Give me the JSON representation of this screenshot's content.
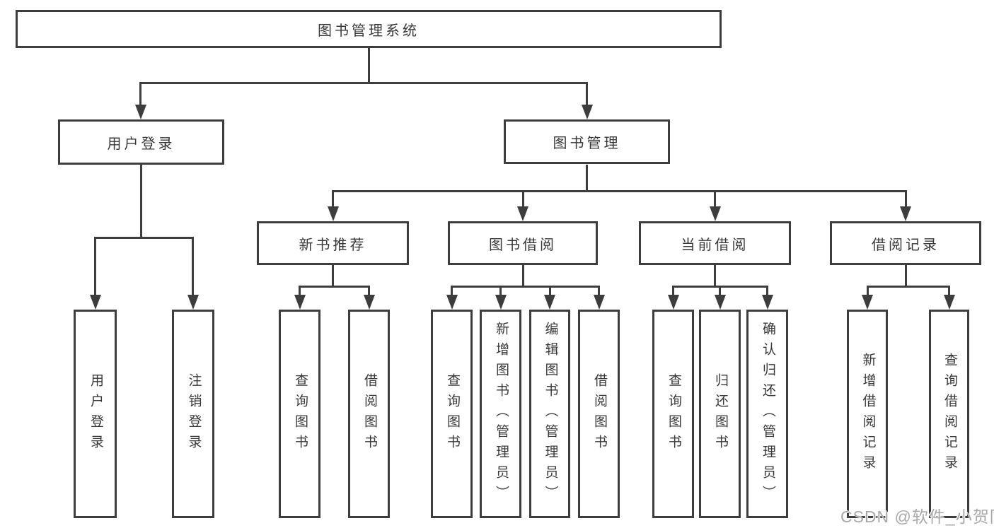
{
  "tree": {
    "label": "图书管理系统",
    "children": [
      {
        "label": "用户登录",
        "children": [
          {
            "label": "用户登录"
          },
          {
            "label": "注销登录"
          }
        ]
      },
      {
        "label": "图书管理",
        "children": [
          {
            "label": "新书推荐",
            "children": [
              {
                "label": "查询图书"
              },
              {
                "label": "借阅图书"
              }
            ]
          },
          {
            "label": "图书借阅",
            "children": [
              {
                "label": "查询图书"
              },
              {
                "label": "新增图书（管理员）"
              },
              {
                "label": "编辑图书（管理员）"
              },
              {
                "label": "借阅图书"
              }
            ]
          },
          {
            "label": "当前借阅",
            "children": [
              {
                "label": "查询图书"
              },
              {
                "label": "归还图书"
              },
              {
                "label": "确认归还（管理员）"
              }
            ]
          },
          {
            "label": "借阅记录",
            "children": [
              {
                "label": "新增借阅记录"
              },
              {
                "label": "查询借阅记录"
              }
            ]
          }
        ]
      }
    ]
  },
  "watermark": "CSDN @软件_小贺同学",
  "colors": {
    "line": "#3d3d3d",
    "text": "#383838",
    "background": "#ffffff",
    "watermark": "#a8a8a8"
  }
}
